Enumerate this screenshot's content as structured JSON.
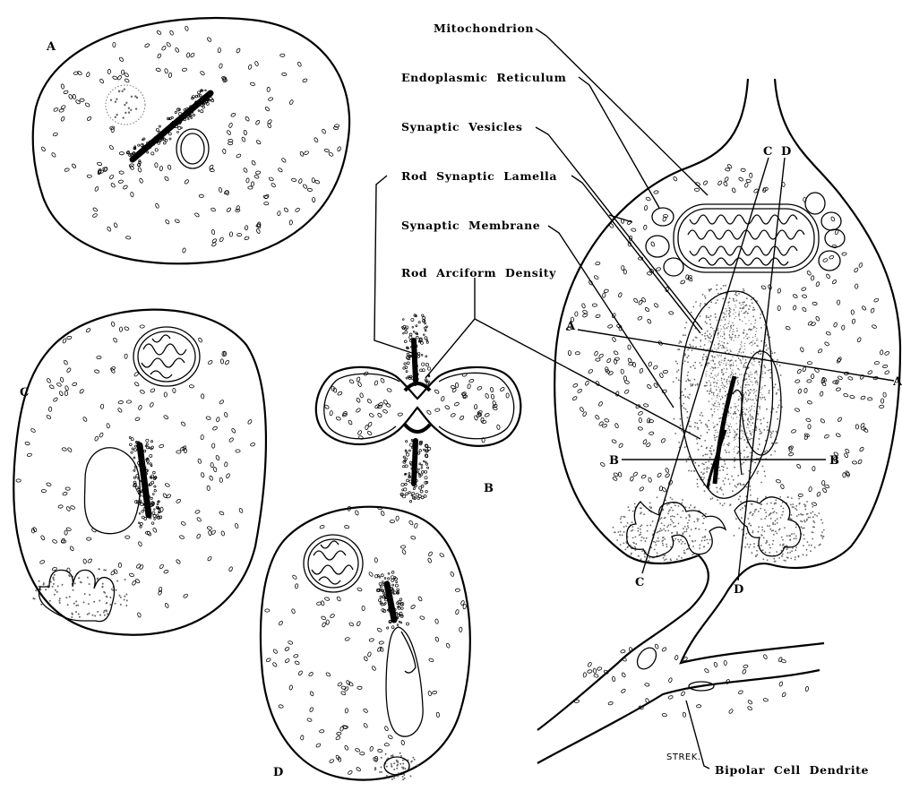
{
  "colors": {
    "ink": "#000000",
    "paper": "#ffffff",
    "stipple": "#9a9a9a"
  },
  "labels": {
    "mitochondrion": "Mitochondrion",
    "endoplasmic_reticulum": "Endoplasmic  Reticulum",
    "synaptic_vesicles": "Synaptic  Vesicles",
    "rod_synaptic_lamella": "Rod  Synaptic  Lamella",
    "synaptic_membrane": "Synaptic  Membrane",
    "rod_arciform_density": "Rod  Arciform  Density",
    "bipolar_cell_dendrite": "Bipolar  Cell  Dendrite"
  },
  "sections": {
    "a": "A",
    "b": "B",
    "c": "C",
    "d": "D"
  },
  "cut_markers": {
    "a_left": "A",
    "a_right": "A",
    "b_left": "B",
    "b_right": "B",
    "c_top": "C",
    "c_bottom": "C",
    "d_top": "D",
    "d_bottom": "D"
  },
  "signature": "STREK."
}
